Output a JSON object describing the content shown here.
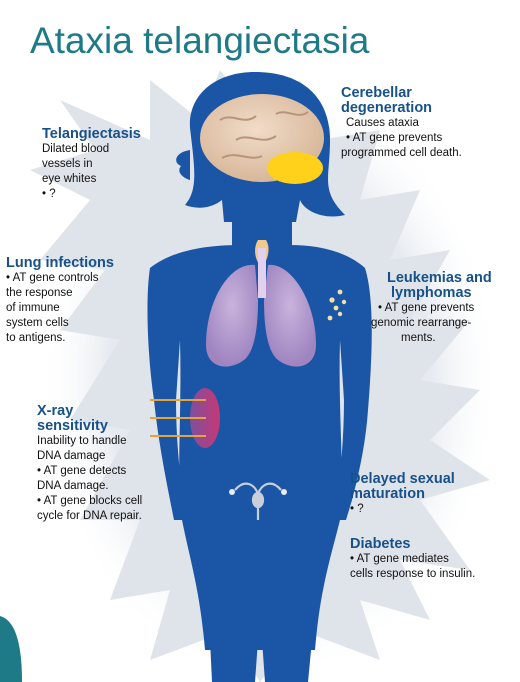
{
  "title": "Ataxia telangiectasia",
  "colors": {
    "title": "#1d7a86",
    "body": "#1b56a6",
    "heading": "#17518a"
  },
  "labels": {
    "telangiectasis": {
      "heading": [
        "Telangiectasis"
      ],
      "lines": [
        "Dilated blood",
        "vessels in",
        "eye whites",
        "• ?"
      ]
    },
    "cerebellar": {
      "heading": [
        "Cerebellar",
        "degeneration"
      ],
      "lines": [
        "Causes ataxia",
        "• AT gene prevents",
        "programmed cell death."
      ]
    },
    "lung": {
      "heading": [
        "Lung infections"
      ],
      "lines": [
        "• AT gene controls",
        "the response",
        "of immune",
        "system cells",
        "to antigens."
      ]
    },
    "leukemias": {
      "heading": [
        "Leukemias and",
        "lymphomas"
      ],
      "lines": [
        "• AT gene prevents",
        "genomic rearrange-",
        "ments."
      ]
    },
    "xray": {
      "heading": [
        "X-ray",
        "sensitivity"
      ],
      "lines": [
        "Inability to handle",
        "DNA damage",
        "• AT gene detects",
        "DNA damage.",
        "• AT gene blocks cell",
        "cycle for DNA repair."
      ]
    },
    "delayed": {
      "heading": [
        "Delayed sexual",
        "maturation"
      ],
      "lines": [
        "• ?"
      ]
    },
    "diabetes": {
      "heading": [
        "Diabetes"
      ],
      "lines": [
        "• AT gene mediates",
        "cells response to insulin."
      ]
    }
  }
}
